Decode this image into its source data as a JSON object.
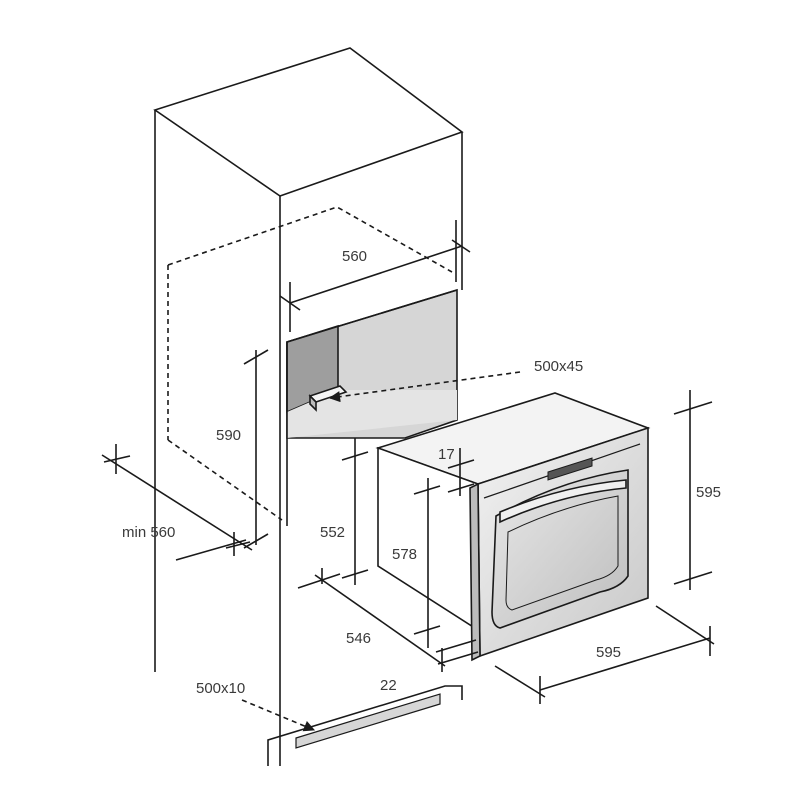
{
  "labels": {
    "cabinet_width": "560",
    "top_vent": "500x45",
    "cabinet_height": "590",
    "min_depth": "min 560",
    "oven_depth_top": "17",
    "oven_body_height": "552",
    "oven_inner_height": "578",
    "oven_front_height": "595",
    "oven_depth": "546",
    "front_thickness": "22",
    "oven_width": "595",
    "bottom_vent": "500x10"
  },
  "colors": {
    "line": "#1a1a1a",
    "recess_shade": "#cfcfcf",
    "recess_dark": "#9e9e9e",
    "oven_steel": "#e6e6e6",
    "oven_door": "#d9d9d9"
  }
}
